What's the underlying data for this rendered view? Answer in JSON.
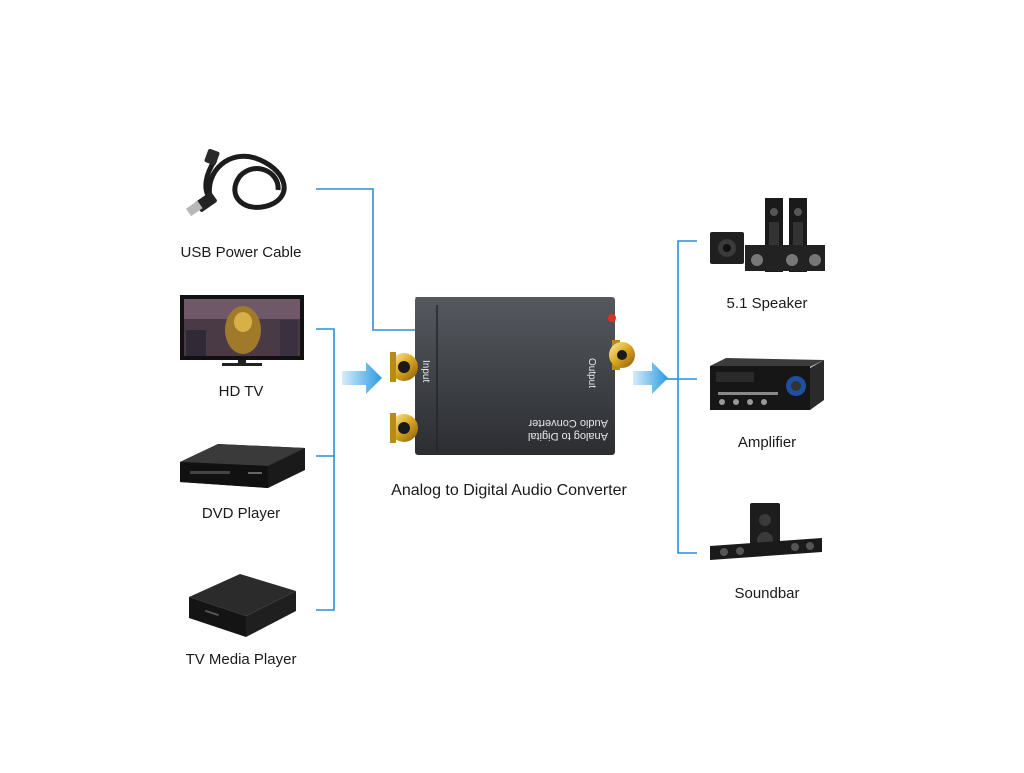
{
  "sources": [
    {
      "label": "USB Power Cable",
      "icon": "usb-cable-icon"
    },
    {
      "label": "HD TV",
      "icon": "hd-tv-icon"
    },
    {
      "label": "DVD Player",
      "icon": "dvd-player-icon"
    },
    {
      "label": "TV Media Player",
      "icon": "media-player-icon"
    }
  ],
  "converter": {
    "caption": "Analog to Digital Audio Converter",
    "body_line1": "Analog to Digital",
    "body_line2": "Audio Converter",
    "input_label": "Input",
    "output_label": "Output",
    "icon": "converter-device-icon"
  },
  "outputs": [
    {
      "label": "5.1 Speaker",
      "icon": "speaker-system-icon"
    },
    {
      "label": "Amplifier",
      "icon": "amplifier-icon"
    },
    {
      "label": "Soundbar",
      "icon": "soundbar-icon"
    }
  ],
  "colors": {
    "connector_line": "#2a8fd6",
    "arrow": "#2a9be0",
    "device_body": "#3a3d42",
    "gold": "#d9a520"
  }
}
